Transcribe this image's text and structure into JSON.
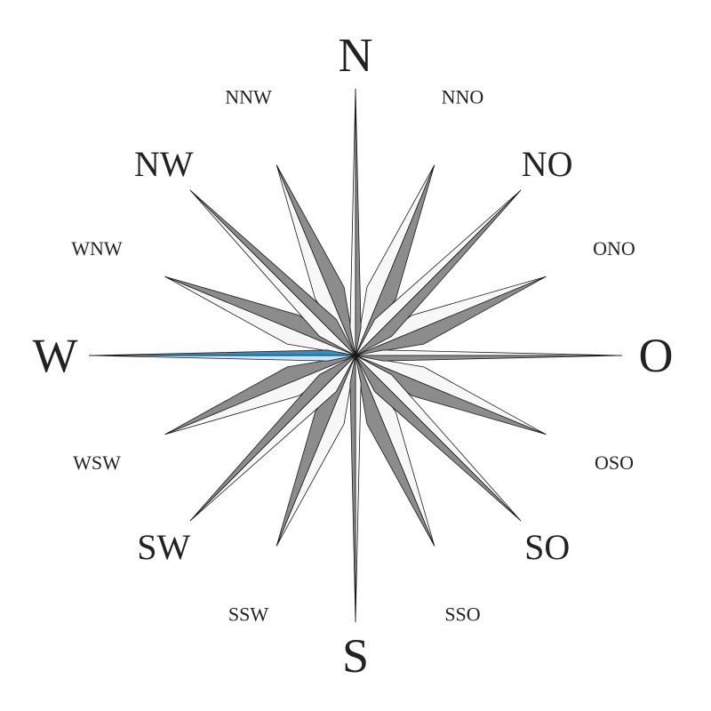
{
  "highlight_direction": "W",
  "colors": {
    "highlight_text": "#3399cc",
    "highlight_light": "#cfe3f9",
    "highlight_dark": "#2b8fc9",
    "point_light": "#f7f7f7",
    "point_dark": "#8c8c8c",
    "outline": "#1a1a1a",
    "label": "#222222"
  },
  "points": [
    {
      "id": "N",
      "label": "N",
      "deg": 0,
      "rank": "cardinal"
    },
    {
      "id": "NNO",
      "label": "NNO",
      "deg": 22.5,
      "rank": "minor"
    },
    {
      "id": "NO",
      "label": "NO",
      "deg": 45,
      "rank": "inter"
    },
    {
      "id": "ONO",
      "label": "ONO",
      "deg": 67.5,
      "rank": "minor"
    },
    {
      "id": "O",
      "label": "O",
      "deg": 90,
      "rank": "cardinal"
    },
    {
      "id": "OSO",
      "label": "OSO",
      "deg": 112.5,
      "rank": "minor"
    },
    {
      "id": "SO",
      "label": "SO",
      "deg": 135,
      "rank": "inter"
    },
    {
      "id": "SSO",
      "label": "SSO",
      "deg": 157.5,
      "rank": "minor"
    },
    {
      "id": "S",
      "label": "S",
      "deg": 180,
      "rank": "cardinal"
    },
    {
      "id": "SSW",
      "label": "SSW",
      "deg": 202.5,
      "rank": "minor"
    },
    {
      "id": "SW",
      "label": "SW",
      "deg": 225,
      "rank": "inter"
    },
    {
      "id": "WSW",
      "label": "WSW",
      "deg": 247.5,
      "rank": "minor"
    },
    {
      "id": "W",
      "label": "W",
      "deg": 270,
      "rank": "cardinal"
    },
    {
      "id": "WNW",
      "label": "WNW",
      "deg": 292.5,
      "rank": "minor"
    },
    {
      "id": "NW",
      "label": "NW",
      "deg": 315,
      "rank": "inter"
    },
    {
      "id": "NNW",
      "label": "NNW",
      "deg": 337.5,
      "rank": "minor"
    }
  ]
}
